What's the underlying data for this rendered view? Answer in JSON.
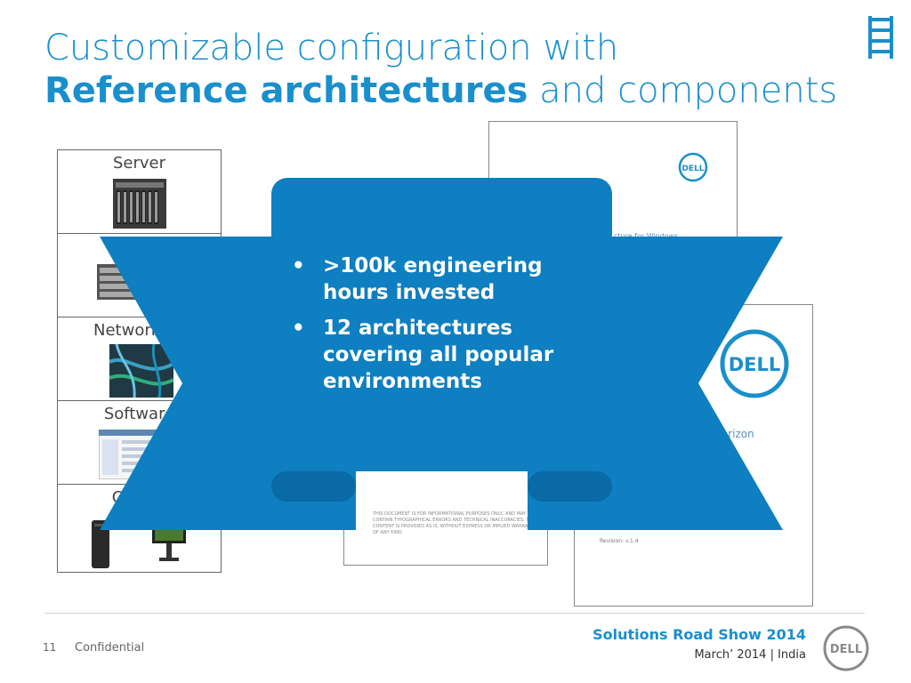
{
  "title": {
    "line1": "Customizable configuration with",
    "line2_bold": "Reference architectures",
    "line2_rest": " and components"
  },
  "components": [
    {
      "label": "Server"
    },
    {
      "label": "Storage"
    },
    {
      "label": "Networking"
    },
    {
      "label": "Software"
    },
    {
      "label": "Clients"
    }
  ],
  "callout": {
    "bullet_char": "•",
    "bullets": [
      ">100k engineering hours invested",
      "12 architectures covering all popular environments"
    ]
  },
  "documents": {
    "logo_text": "DELL",
    "back_doc_subtitle": "cture for Windows",
    "front_doc_title": "re Horizon",
    "front_doc_title2": "cture",
    "front_doc_revision": "Revision: v.1.4",
    "legal_text": "THIS DOCUMENT IS FOR INFORMATIONAL PURPOSES ONLY, AND MAY CONTAIN TYPOGRAPHICAL ERRORS AND TECHNICAL INACCURACIES. THE CONTENT IS PROVIDED AS IS, WITHOUT EXPRESS OR IMPLIED WARRANTIES OF ANY KIND."
  },
  "footer": {
    "page_number": "11",
    "confidential": "Confidential",
    "show_title": "Solutions Road Show 2014",
    "show_sub": "March’ 2014 | India",
    "logo_text": "DELL"
  },
  "colors": {
    "accent": "#1a8fcc",
    "callout_fill": "#0e7fc0",
    "callout_dark": "#0a6aa6"
  }
}
